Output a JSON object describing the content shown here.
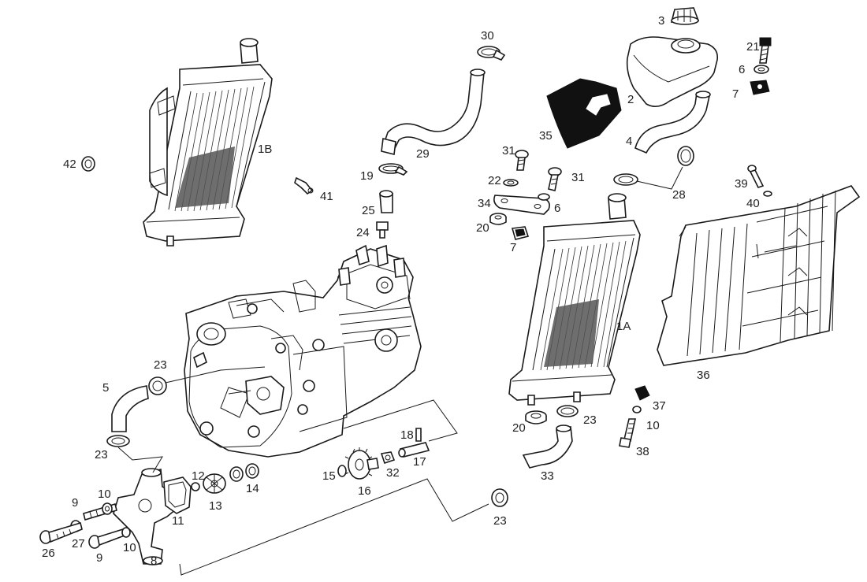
{
  "diagram": {
    "callouts": [
      {
        "id": "c1B",
        "text": "1B"
      },
      {
        "id": "c42",
        "text": "42"
      },
      {
        "id": "c41",
        "text": "41"
      },
      {
        "id": "c30",
        "text": "30"
      },
      {
        "id": "c29",
        "text": "29"
      },
      {
        "id": "c19",
        "text": "19"
      },
      {
        "id": "c25",
        "text": "25"
      },
      {
        "id": "c24",
        "text": "24"
      },
      {
        "id": "c3",
        "text": "3"
      },
      {
        "id": "c2",
        "text": "2"
      },
      {
        "id": "c4",
        "text": "4"
      },
      {
        "id": "c35",
        "text": "35"
      },
      {
        "id": "c21",
        "text": "21"
      },
      {
        "id": "c6a",
        "text": "6"
      },
      {
        "id": "c7a",
        "text": "7"
      },
      {
        "id": "c31a",
        "text": "31"
      },
      {
        "id": "c31b",
        "text": "31"
      },
      {
        "id": "c22",
        "text": "22"
      },
      {
        "id": "c34",
        "text": "34"
      },
      {
        "id": "c6b",
        "text": "6"
      },
      {
        "id": "c20a",
        "text": "20"
      },
      {
        "id": "c7b",
        "text": "7"
      },
      {
        "id": "c28",
        "text": "28"
      },
      {
        "id": "c39",
        "text": "39"
      },
      {
        "id": "c40",
        "text": "40"
      },
      {
        "id": "c1A",
        "text": "1A"
      },
      {
        "id": "c36",
        "text": "36"
      },
      {
        "id": "c37",
        "text": "37"
      },
      {
        "id": "c10a",
        "text": "10"
      },
      {
        "id": "c38",
        "text": "38"
      },
      {
        "id": "c23a",
        "text": "23"
      },
      {
        "id": "c20b",
        "text": "20"
      },
      {
        "id": "c33",
        "text": "33"
      },
      {
        "id": "c23b",
        "text": "23"
      },
      {
        "id": "c5",
        "text": "5"
      },
      {
        "id": "c23c",
        "text": "23"
      },
      {
        "id": "c18",
        "text": "18"
      },
      {
        "id": "c17",
        "text": "17"
      },
      {
        "id": "c15",
        "text": "15"
      },
      {
        "id": "c32",
        "text": "32"
      },
      {
        "id": "c16",
        "text": "16"
      },
      {
        "id": "c12",
        "text": "12"
      },
      {
        "id": "c13",
        "text": "13"
      },
      {
        "id": "c14",
        "text": "14"
      },
      {
        "id": "c11",
        "text": "11"
      },
      {
        "id": "c9a",
        "text": "9"
      },
      {
        "id": "c10b",
        "text": "10"
      },
      {
        "id": "c26",
        "text": "26"
      },
      {
        "id": "c27",
        "text": "27"
      },
      {
        "id": "c9b",
        "text": "9"
      },
      {
        "id": "c10c",
        "text": "10"
      },
      {
        "id": "c8",
        "text": "8"
      },
      {
        "id": "c23d",
        "text": "23"
      }
    ]
  }
}
